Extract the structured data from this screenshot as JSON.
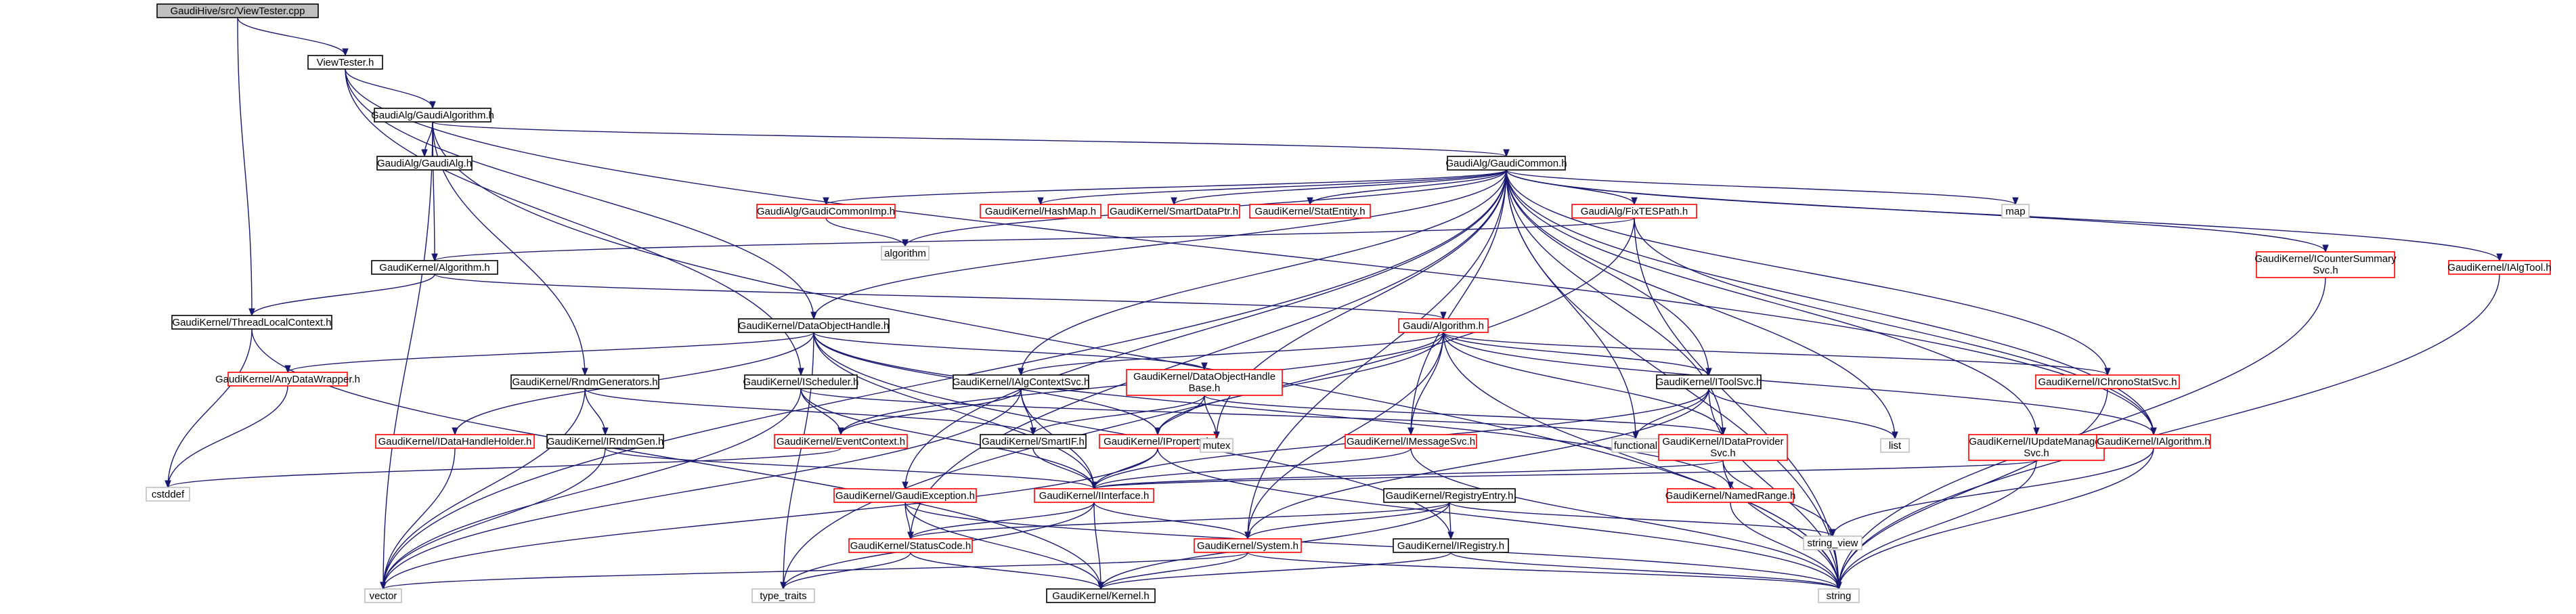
{
  "graph": {
    "colors": {
      "edge": "#191970",
      "root_fill": "#bfbfbf",
      "root_border": "#000000",
      "normal_border": "#000000",
      "red_border": "#ff0000",
      "node_fill": "#ffffff",
      "text": "#000000"
    },
    "nodes": [
      {
        "id": "root",
        "label": "GaudiHive/src/ViewTester.cpp",
        "style": "root"
      },
      {
        "id": "viewtester",
        "label": "ViewTester.h",
        "style": "normal"
      },
      {
        "id": "gaudialgorithm",
        "label": "GaudiAlg/GaudiAlgorithm.h",
        "style": "normal"
      },
      {
        "id": "gaudialg",
        "label": "GaudiAlg/GaudiAlg.h",
        "style": "normal"
      },
      {
        "id": "gaudicommon",
        "label": "GaudiAlg/GaudiCommon.h",
        "style": "normal"
      },
      {
        "id": "gaudicommonimp",
        "label": "GaudiAlg/GaudiCommonImp.h",
        "style": "red"
      },
      {
        "id": "hashmap",
        "label": "GaudiKernel/HashMap.h",
        "style": "red"
      },
      {
        "id": "smartdataptr",
        "label": "GaudiKernel/SmartDataPtr.h",
        "style": "red"
      },
      {
        "id": "statentity",
        "label": "GaudiKernel/StatEntity.h",
        "style": "red"
      },
      {
        "id": "fixtespath",
        "label": "GaudiAlg/FixTESPath.h",
        "style": "red"
      },
      {
        "id": "map",
        "label": "map",
        "style": "plain"
      },
      {
        "id": "algorithm_std",
        "label": "algorithm",
        "style": "plain"
      },
      {
        "id": "kalgorithm",
        "label": "GaudiKernel/Algorithm.h",
        "style": "normal"
      },
      {
        "id": "threadlocal",
        "label": "GaudiKernel/ThreadLocalContext.h",
        "style": "normal"
      },
      {
        "id": "dataobjecthandle",
        "label": "GaudiKernel/DataObjectHandle.h",
        "style": "normal"
      },
      {
        "id": "gaudi_algorithm",
        "label": "Gaudi/Algorithm.h",
        "style": "red"
      },
      {
        "id": "icountersummary",
        "label": "GaudiKernel/ICounterSummary\nSvc.h",
        "style": "red"
      },
      {
        "id": "ialgtool",
        "label": "GaudiKernel/IAlgTool.h",
        "style": "red"
      },
      {
        "id": "anydatawrapper",
        "label": "GaudiKernel/AnyDataWrapper.h",
        "style": "red"
      },
      {
        "id": "rndmgenerators",
        "label": "GaudiKernel/RndmGenerators.h",
        "style": "normal"
      },
      {
        "id": "ischeduler",
        "label": "GaudiKernel/IScheduler.h",
        "style": "normal"
      },
      {
        "id": "ialgcontextsvc",
        "label": "GaudiKernel/IAlgContextSvc.h",
        "style": "normal"
      },
      {
        "id": "dataobjecthandlebase",
        "label": "GaudiKernel/DataObjectHandle\nBase.h",
        "style": "red"
      },
      {
        "id": "itoolsvc",
        "label": "GaudiKernel/IToolSvc.h",
        "style": "normal"
      },
      {
        "id": "ichronostatsvc",
        "label": "GaudiKernel/IChronoStatSvc.h",
        "style": "red"
      },
      {
        "id": "idatahandleholder",
        "label": "GaudiKernel/IDataHandleHolder.h",
        "style": "red"
      },
      {
        "id": "irndmgen",
        "label": "GaudiKernel/IRndmGen.h",
        "style": "normal"
      },
      {
        "id": "eventcontext",
        "label": "GaudiKernel/EventContext.h",
        "style": "red"
      },
      {
        "id": "smartif",
        "label": "GaudiKernel/SmartIF.h",
        "style": "normal"
      },
      {
        "id": "iproperty",
        "label": "GaudiKernel/IProperty.h",
        "style": "red"
      },
      {
        "id": "mutex",
        "label": "mutex",
        "style": "plain"
      },
      {
        "id": "imessagesvc",
        "label": "GaudiKernel/IMessageSvc.h",
        "style": "red"
      },
      {
        "id": "functional",
        "label": "functional",
        "style": "plain"
      },
      {
        "id": "idataprovider",
        "label": "GaudiKernel/IDataProvider\nSvc.h",
        "style": "red"
      },
      {
        "id": "list",
        "label": "list",
        "style": "plain"
      },
      {
        "id": "iupdatemanager",
        "label": "GaudiKernel/IUpdateManager\nSvc.h",
        "style": "red"
      },
      {
        "id": "ialgorithm",
        "label": "GaudiKernel/IAlgorithm.h",
        "style": "red"
      },
      {
        "id": "cstddef",
        "label": "cstddef",
        "style": "plain"
      },
      {
        "id": "gaudiexception",
        "label": "GaudiKernel/GaudiException.h",
        "style": "red"
      },
      {
        "id": "iinterface",
        "label": "GaudiKernel/IInterface.h",
        "style": "red"
      },
      {
        "id": "namedrange",
        "label": "GaudiKernel/NamedRange.h",
        "style": "red"
      },
      {
        "id": "registryentry",
        "label": "GaudiKernel/RegistryEntry.h",
        "style": "normal"
      },
      {
        "id": "statuscode",
        "label": "GaudiKernel/StatusCode.h",
        "style": "red"
      },
      {
        "id": "system",
        "label": "GaudiKernel/System.h",
        "style": "red"
      },
      {
        "id": "iregistry",
        "label": "GaudiKernel/IRegistry.h",
        "style": "normal"
      },
      {
        "id": "string_view",
        "label": "string_view",
        "style": "plain"
      },
      {
        "id": "vector",
        "label": "vector",
        "style": "plain"
      },
      {
        "id": "type_traits",
        "label": "type_traits",
        "style": "plain"
      },
      {
        "id": "kernel",
        "label": "GaudiKernel/Kernel.h",
        "style": "normal"
      },
      {
        "id": "string",
        "label": "string",
        "style": "plain"
      }
    ]
  }
}
